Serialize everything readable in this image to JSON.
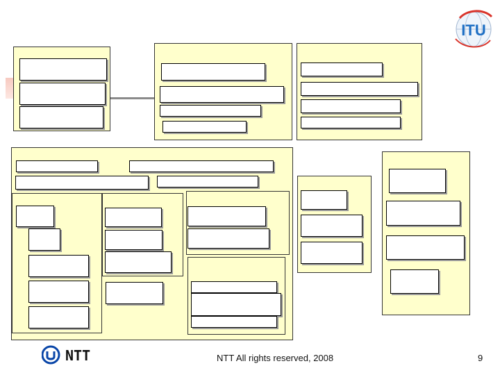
{
  "footer": {
    "copyright": "NTT All rights reserved, 2008",
    "page_number": "9"
  },
  "logos": {
    "itu": "ITU",
    "ntt": "NTT"
  },
  "colors": {
    "panel_fill": "#ffffcc",
    "box_fill": "#ffffff",
    "connector": "#8a8a8a",
    "itu_blue": "#1e6fc4",
    "ntt_blue": "#0a46a8"
  }
}
